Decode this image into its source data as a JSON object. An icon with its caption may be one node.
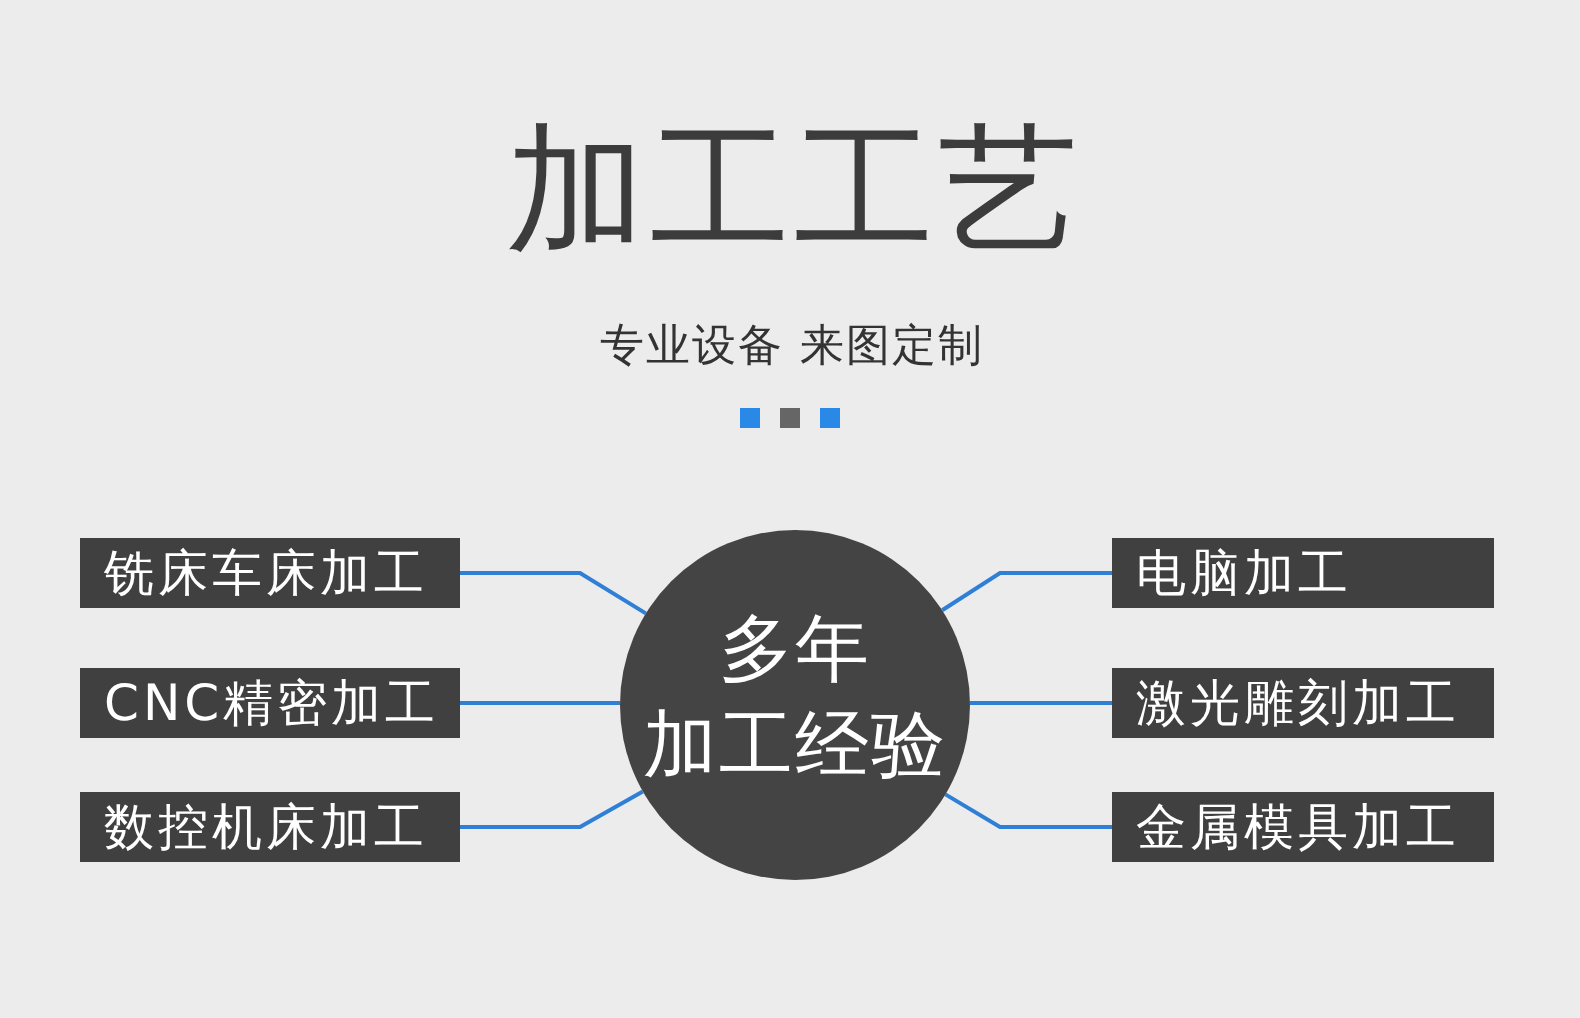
{
  "diagram": {
    "title": "加工工艺",
    "nodes": [
      {
        "text": [
          "铣床车床加工"
        ]
      },
      {
        "text": [
          "电脑加工"
        ]
      },
      {
        "text": [
          "CNC精密加工"
        ]
      },
      {
        "text": [
          "多年",
          "加工经验"
        ]
      },
      {
        "text": [
          "激光雕刻加工"
        ]
      },
      {
        "text": [
          "数控机床加工"
        ]
      },
      {
        "text": [
          "金属模具加工"
        ]
      }
    ],
    "edges": [
      {
        "from": 3,
        "to": 0,
        "arrow": "none"
      },
      {
        "from": 3,
        "to": 1,
        "arrow": "none"
      },
      {
        "from": 3,
        "to": 2,
        "arrow": "none"
      },
      {
        "from": 3,
        "to": 4,
        "arrow": "none"
      },
      {
        "from": 3,
        "to": 5,
        "arrow": "none"
      },
      {
        "from": 3,
        "to": 6,
        "arrow": "none"
      }
    ],
    "labels": [
      "专业设备 来图定制"
    ]
  }
}
